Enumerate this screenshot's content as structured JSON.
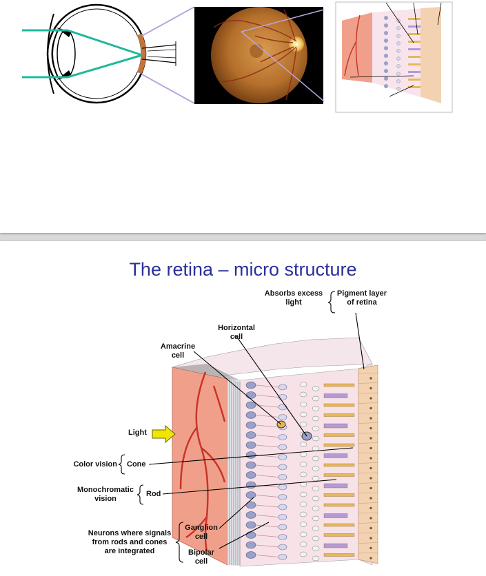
{
  "slide2": {
    "title": "The retina – micro structure",
    "labels": {
      "absorbs_excess": "Absorbs excess",
      "absorbs_light": "light",
      "pigment_layer": "Pigment layer",
      "of_retina": "of retina",
      "horizontal": "Horizontal",
      "horizontal_cell": "cell",
      "amacrine": "Amacrine",
      "amacrine_cell": "cell",
      "light": "Light",
      "color_vision": "Color vision",
      "cone": "Cone",
      "monochromatic": "Monochromatic",
      "vision": "vision",
      "rod": "Rod",
      "neurons_line1": "Neurons where signals",
      "neurons_line2": "from rods and cones",
      "neurons_line3": "are integrated",
      "ganglion": "Ganglion",
      "ganglion_cell": "cell",
      "bipolar": "Bipolar",
      "bipolar_cell": "cell"
    }
  },
  "colors": {
    "title": "#2b2f9b",
    "light_ray": "#1fb89a",
    "retina_pink": "#f0a08a",
    "vessel": "#c8342a",
    "pigment": "#f3d2b2",
    "fundus": "#b06a2a",
    "arrow": "#f2e600"
  }
}
